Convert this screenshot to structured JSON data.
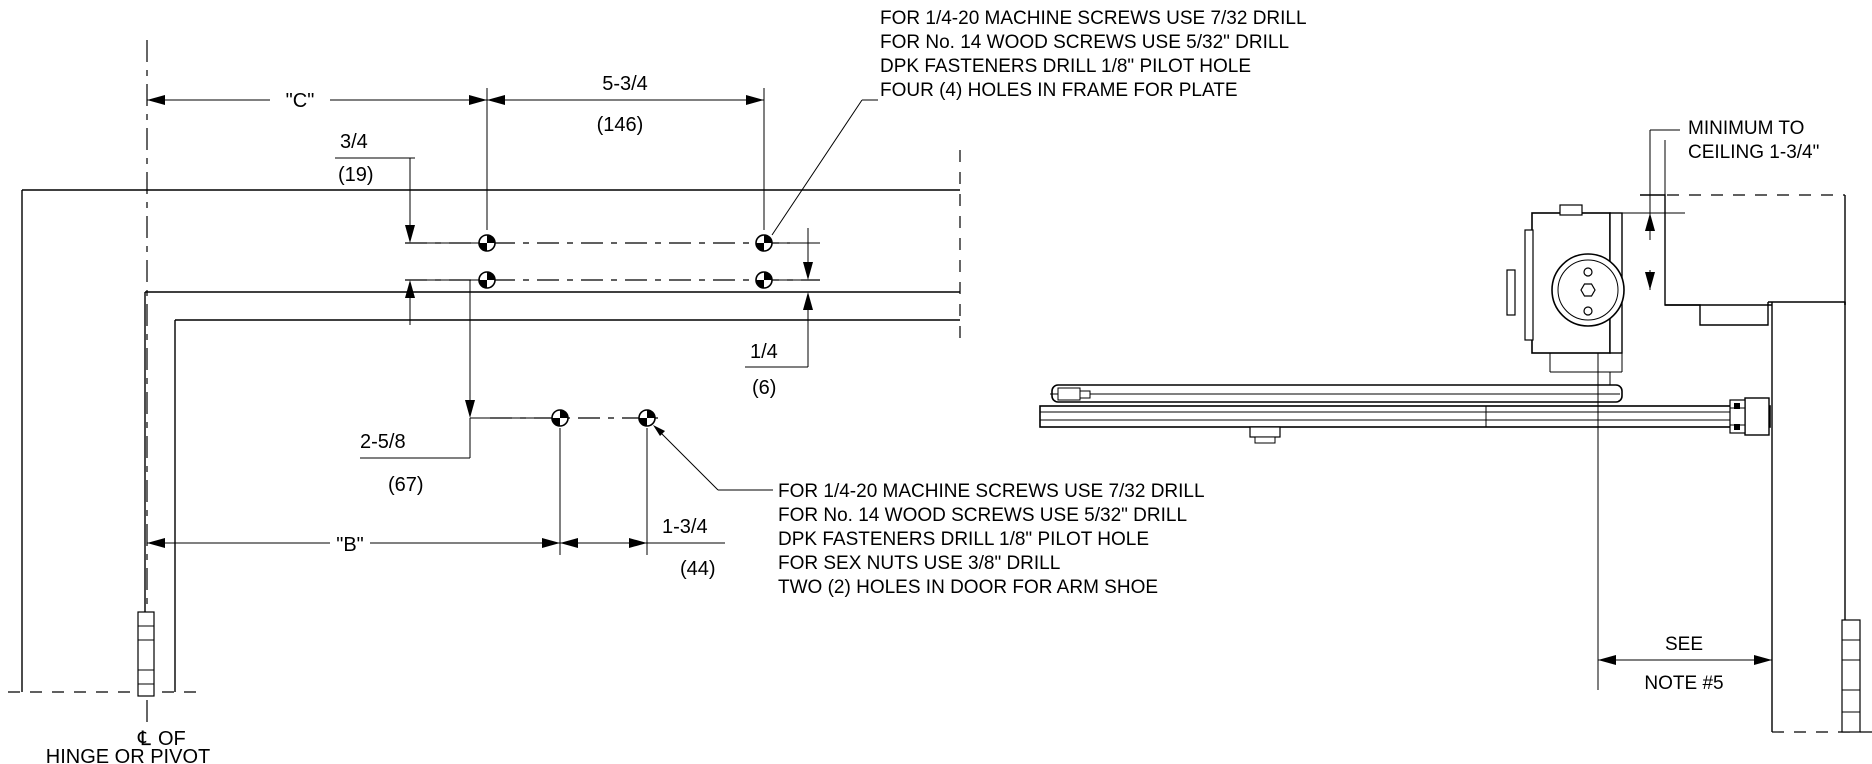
{
  "plan_view": {
    "dim_c": "\"C\"",
    "dim_5_3_4": "5-3/4",
    "dim_146": "(146)",
    "dim_3_4": "3/4",
    "dim_19": "(19)",
    "dim_1_4": "1/4",
    "dim_6": "(6)",
    "dim_2_5_8": "2-5/8",
    "dim_67": "(67)",
    "dim_b": "\"B\"",
    "dim_1_3_4": "1-3/4",
    "dim_44": "(44)",
    "hinge_label_1": "OF",
    "hinge_label_2": "HINGE OR PIVOT"
  },
  "frame_note": [
    "FOR 1/4-20 MACHINE SCREWS USE 7/32 DRILL",
    "FOR No. 14 WOOD SCREWS USE 5/32\" DRILL",
    "DPK FASTENERS DRILL 1/8\"  PILOT HOLE",
    "FOUR (4) HOLES IN FRAME FOR PLATE"
  ],
  "door_note": [
    "FOR 1/4-20 MACHINE SCREWS USE 7/32 DRILL",
    "FOR No. 14 WOOD SCREWS USE 5/32\" DRILL",
    "DPK FASTENERS DRILL 1/8\"  PILOT HOLE",
    "FOR SEX NUTS USE 3/8\" DRILL",
    "TWO (2) HOLES IN DOOR FOR ARM SHOE"
  ],
  "elevation": {
    "ceiling_label_1": "MINIMUM TO",
    "ceiling_label_2": "CEILING 1-3/4\"",
    "see_label": "SEE",
    "note_label": "NOTE #5"
  }
}
